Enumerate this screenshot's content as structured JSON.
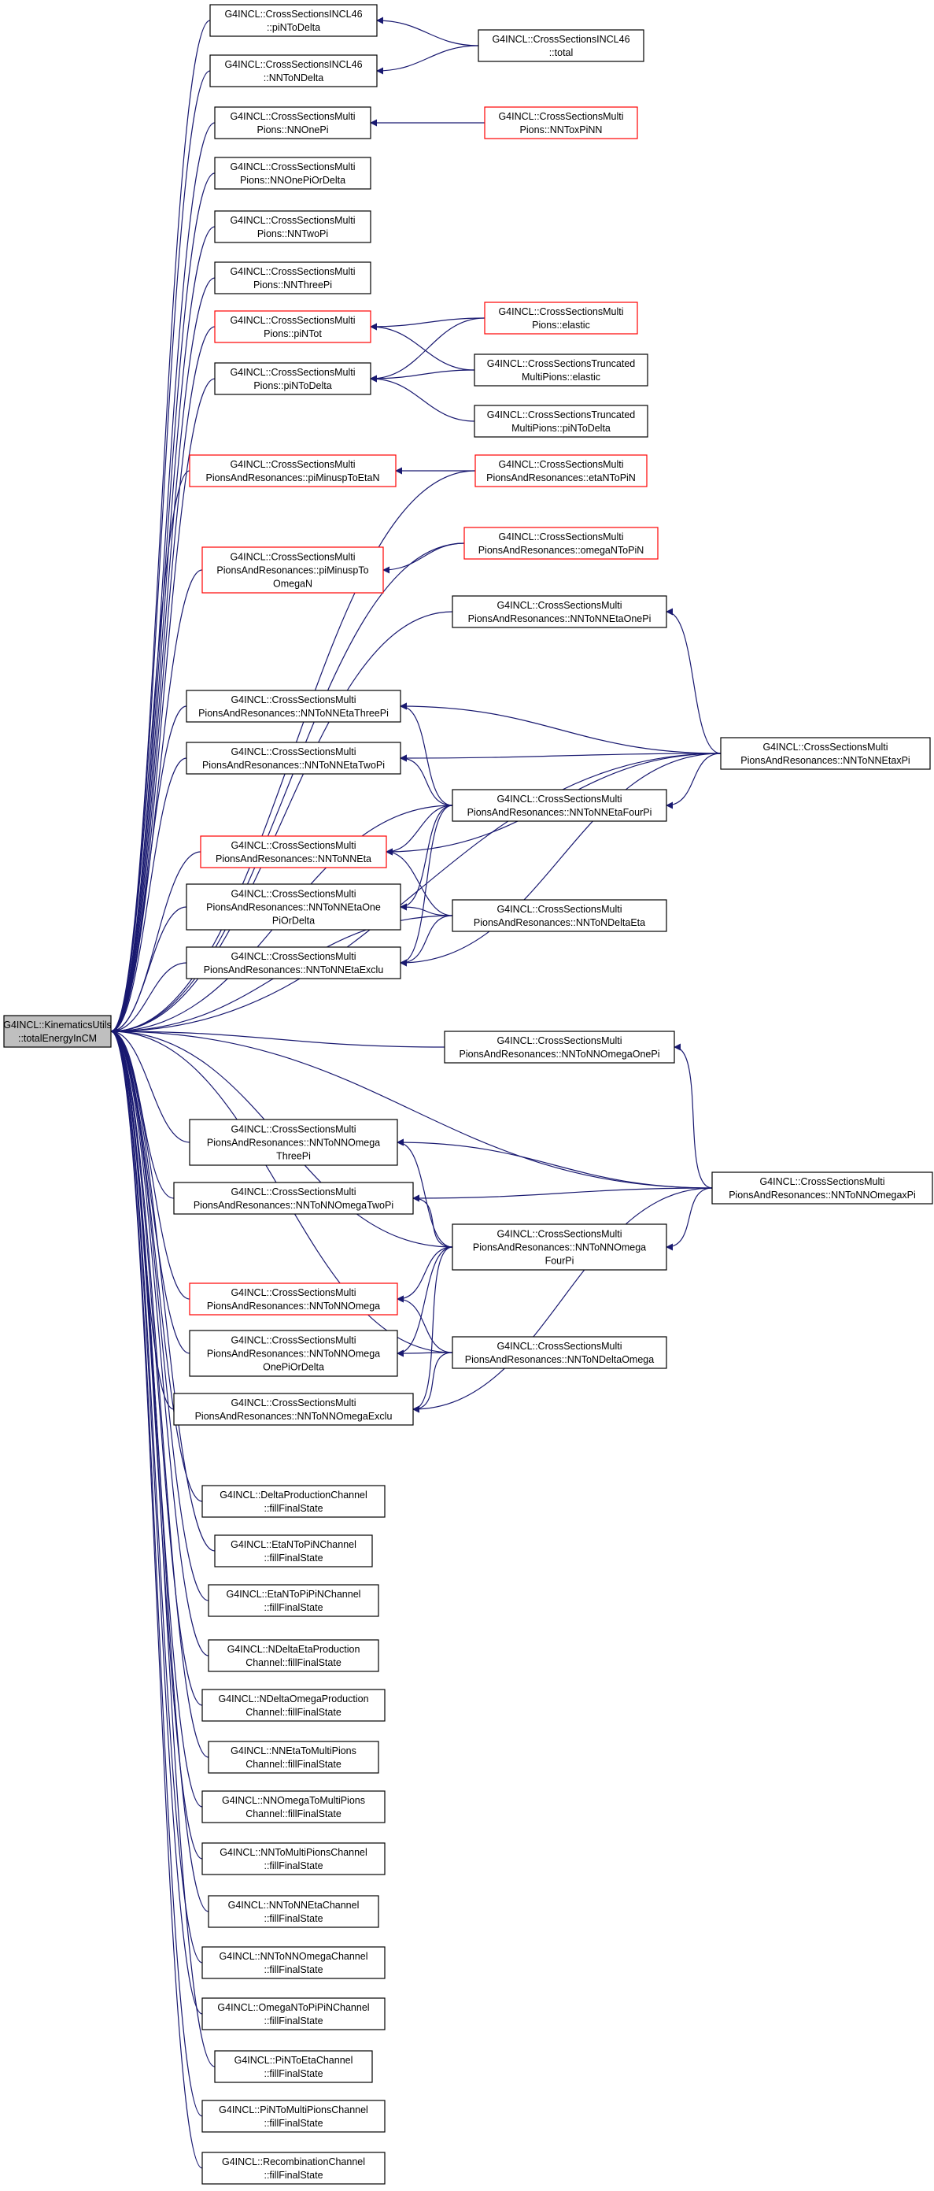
{
  "colors": {
    "edge": "#191970",
    "node_border_default": "#000000",
    "node_border_highlight": "#ff0000",
    "root_fill": "#bfbfbf",
    "node_fill": "#ffffff"
  },
  "root": {
    "id": "root",
    "lines": [
      "G4INCL::KinematicsUtils",
      "::totalEnergyInCM"
    ]
  },
  "nodes": [
    {
      "id": "n1",
      "lines": [
        "G4INCL::CrossSectionsINCL46",
        "::piNToDelta"
      ],
      "border": "default"
    },
    {
      "id": "n2",
      "lines": [
        "G4INCL::CrossSectionsINCL46",
        "::NNToNDelta"
      ],
      "border": "default"
    },
    {
      "id": "n3",
      "lines": [
        "G4INCL::CrossSectionsINCL46",
        "::total"
      ],
      "border": "default"
    },
    {
      "id": "n4",
      "lines": [
        "G4INCL::CrossSectionsMulti",
        "Pions::NNOnePi"
      ],
      "border": "default"
    },
    {
      "id": "n5",
      "lines": [
        "G4INCL::CrossSectionsMulti",
        "Pions::NNToxPiNN"
      ],
      "border": "highlight"
    },
    {
      "id": "n6",
      "lines": [
        "G4INCL::CrossSectionsMulti",
        "Pions::NNOnePiOrDelta"
      ],
      "border": "default"
    },
    {
      "id": "n7",
      "lines": [
        "G4INCL::CrossSectionsMulti",
        "Pions::NNTwoPi"
      ],
      "border": "default"
    },
    {
      "id": "n8",
      "lines": [
        "G4INCL::CrossSectionsMulti",
        "Pions::NNThreePi"
      ],
      "border": "default"
    },
    {
      "id": "n9",
      "lines": [
        "G4INCL::CrossSectionsMulti",
        "Pions::piNTot"
      ],
      "border": "highlight"
    },
    {
      "id": "n10",
      "lines": [
        "G4INCL::CrossSectionsMulti",
        "Pions::elastic"
      ],
      "border": "highlight"
    },
    {
      "id": "n11",
      "lines": [
        "G4INCL::CrossSectionsMulti",
        "Pions::piNToDelta"
      ],
      "border": "default"
    },
    {
      "id": "n12",
      "lines": [
        "G4INCL::CrossSectionsTruncated",
        "MultiPions::elastic"
      ],
      "border": "default"
    },
    {
      "id": "n13",
      "lines": [
        "G4INCL::CrossSectionsTruncated",
        "MultiPions::piNToDelta"
      ],
      "border": "default"
    },
    {
      "id": "n14",
      "lines": [
        "G4INCL::CrossSectionsMulti",
        "PionsAndResonances::piMinuspToEtaN"
      ],
      "border": "highlight"
    },
    {
      "id": "n15",
      "lines": [
        "G4INCL::CrossSectionsMulti",
        "PionsAndResonances::etaNToPiN"
      ],
      "border": "highlight"
    },
    {
      "id": "n16",
      "lines": [
        "G4INCL::CrossSectionsMulti",
        "PionsAndResonances::piMinuspTo",
        "OmegaN"
      ],
      "border": "highlight"
    },
    {
      "id": "n17",
      "lines": [
        "G4INCL::CrossSectionsMulti",
        "PionsAndResonances::omegaNToPiN"
      ],
      "border": "highlight"
    },
    {
      "id": "n18",
      "lines": [
        "G4INCL::CrossSectionsMulti",
        "PionsAndResonances::NNToNNEtaOnePi"
      ],
      "border": "default"
    },
    {
      "id": "n19",
      "lines": [
        "G4INCL::CrossSectionsMulti",
        "PionsAndResonances::NNToNNEtaThreePi"
      ],
      "border": "default"
    },
    {
      "id": "n20",
      "lines": [
        "G4INCL::CrossSectionsMulti",
        "PionsAndResonances::NNToNNEtaxPi"
      ],
      "border": "default"
    },
    {
      "id": "n21",
      "lines": [
        "G4INCL::CrossSectionsMulti",
        "PionsAndResonances::NNToNNEtaTwoPi"
      ],
      "border": "default"
    },
    {
      "id": "n22",
      "lines": [
        "G4INCL::CrossSectionsMulti",
        "PionsAndResonances::NNToNNEtaFourPi"
      ],
      "border": "default"
    },
    {
      "id": "n23",
      "lines": [
        "G4INCL::CrossSectionsMulti",
        "PionsAndResonances::NNToNNEta"
      ],
      "border": "highlight"
    },
    {
      "id": "n24",
      "lines": [
        "G4INCL::CrossSectionsMulti",
        "PionsAndResonances::NNToNNEtaOne",
        "PiOrDelta"
      ],
      "border": "default"
    },
    {
      "id": "n25",
      "lines": [
        "G4INCL::CrossSectionsMulti",
        "PionsAndResonances::NNToNDeltaEta"
      ],
      "border": "default"
    },
    {
      "id": "n26",
      "lines": [
        "G4INCL::CrossSectionsMulti",
        "PionsAndResonances::NNToNNEtaExclu"
      ],
      "border": "default"
    },
    {
      "id": "n27",
      "lines": [
        "G4INCL::CrossSectionsMulti",
        "PionsAndResonances::NNToNNOmegaOnePi"
      ],
      "border": "default"
    },
    {
      "id": "n28",
      "lines": [
        "G4INCL::CrossSectionsMulti",
        "PionsAndResonances::NNToNNOmega",
        "ThreePi"
      ],
      "border": "default"
    },
    {
      "id": "n29",
      "lines": [
        "G4INCL::CrossSectionsMulti",
        "PionsAndResonances::NNToNNOmegaxPi"
      ],
      "border": "default"
    },
    {
      "id": "n30",
      "lines": [
        "G4INCL::CrossSectionsMulti",
        "PionsAndResonances::NNToNNOmegaTwoPi"
      ],
      "border": "default"
    },
    {
      "id": "n31",
      "lines": [
        "G4INCL::CrossSectionsMulti",
        "PionsAndResonances::NNToNNOmega",
        "FourPi"
      ],
      "border": "default"
    },
    {
      "id": "n32",
      "lines": [
        "G4INCL::CrossSectionsMulti",
        "PionsAndResonances::NNToNNOmega"
      ],
      "border": "highlight"
    },
    {
      "id": "n33",
      "lines": [
        "G4INCL::CrossSectionsMulti",
        "PionsAndResonances::NNToNNOmega",
        "OnePiOrDelta"
      ],
      "border": "default"
    },
    {
      "id": "n34",
      "lines": [
        "G4INCL::CrossSectionsMulti",
        "PionsAndResonances::NNToNDeltaOmega"
      ],
      "border": "default"
    },
    {
      "id": "n35",
      "lines": [
        "G4INCL::CrossSectionsMulti",
        "PionsAndResonances::NNToNNOmegaExclu"
      ],
      "border": "default"
    },
    {
      "id": "n36",
      "lines": [
        "G4INCL::DeltaProductionChannel",
        "::fillFinalState"
      ],
      "border": "default"
    },
    {
      "id": "n37",
      "lines": [
        "G4INCL::EtaNToPiNChannel",
        "::fillFinalState"
      ],
      "border": "default"
    },
    {
      "id": "n38",
      "lines": [
        "G4INCL::EtaNToPiPiNChannel",
        "::fillFinalState"
      ],
      "border": "default"
    },
    {
      "id": "n39",
      "lines": [
        "G4INCL::NDeltaEtaProduction",
        "Channel::fillFinalState"
      ],
      "border": "default"
    },
    {
      "id": "n40",
      "lines": [
        "G4INCL::NDeltaOmegaProduction",
        "Channel::fillFinalState"
      ],
      "border": "default"
    },
    {
      "id": "n41",
      "lines": [
        "G4INCL::NNEtaToMultiPions",
        "Channel::fillFinalState"
      ],
      "border": "default"
    },
    {
      "id": "n42",
      "lines": [
        "G4INCL::NNOmegaToMultiPions",
        "Channel::fillFinalState"
      ],
      "border": "default"
    },
    {
      "id": "n43",
      "lines": [
        "G4INCL::NNToMultiPionsChannel",
        "::fillFinalState"
      ],
      "border": "default"
    },
    {
      "id": "n44",
      "lines": [
        "G4INCL::NNToNNEtaChannel",
        "::fillFinalState"
      ],
      "border": "default"
    },
    {
      "id": "n45",
      "lines": [
        "G4INCL::NNToNNOmegaChannel",
        "::fillFinalState"
      ],
      "border": "default"
    },
    {
      "id": "n46",
      "lines": [
        "G4INCL::OmegaNToPiPiNChannel",
        "::fillFinalState"
      ],
      "border": "default"
    },
    {
      "id": "n47",
      "lines": [
        "G4INCL::PiNToEtaChannel",
        "::fillFinalState"
      ],
      "border": "default"
    },
    {
      "id": "n48",
      "lines": [
        "G4INCL::PiNToMultiPionsChannel",
        "::fillFinalState"
      ],
      "border": "default"
    },
    {
      "id": "n49",
      "lines": [
        "G4INCL::RecombinationChannel",
        "::fillFinalState"
      ],
      "border": "default"
    }
  ],
  "edges": [
    [
      "n1",
      "root"
    ],
    [
      "n2",
      "root"
    ],
    [
      "n4",
      "root"
    ],
    [
      "n6",
      "root"
    ],
    [
      "n7",
      "root"
    ],
    [
      "n8",
      "root"
    ],
    [
      "n9",
      "root"
    ],
    [
      "n11",
      "root"
    ],
    [
      "n14",
      "root"
    ],
    [
      "n16",
      "root"
    ],
    [
      "n18",
      "root"
    ],
    [
      "n19",
      "root"
    ],
    [
      "n21",
      "root"
    ],
    [
      "n23",
      "root"
    ],
    [
      "n24",
      "root"
    ],
    [
      "n26",
      "root"
    ],
    [
      "n27",
      "root"
    ],
    [
      "n28",
      "root"
    ],
    [
      "n30",
      "root"
    ],
    [
      "n32",
      "root"
    ],
    [
      "n33",
      "root"
    ],
    [
      "n35",
      "root"
    ],
    [
      "n36",
      "root"
    ],
    [
      "n37",
      "root"
    ],
    [
      "n38",
      "root"
    ],
    [
      "n39",
      "root"
    ],
    [
      "n40",
      "root"
    ],
    [
      "n41",
      "root"
    ],
    [
      "n42",
      "root"
    ],
    [
      "n43",
      "root"
    ],
    [
      "n44",
      "root"
    ],
    [
      "n45",
      "root"
    ],
    [
      "n46",
      "root"
    ],
    [
      "n47",
      "root"
    ],
    [
      "n48",
      "root"
    ],
    [
      "n49",
      "root"
    ],
    [
      "n15",
      "root"
    ],
    [
      "n17",
      "root"
    ],
    [
      "n20",
      "root"
    ],
    [
      "n22",
      "root"
    ],
    [
      "n25",
      "root"
    ],
    [
      "n29",
      "root"
    ],
    [
      "n31",
      "root"
    ],
    [
      "n34",
      "root"
    ],
    [
      "n3",
      "n1"
    ],
    [
      "n3",
      "n2"
    ],
    [
      "n5",
      "n4"
    ],
    [
      "n10",
      "n9"
    ],
    [
      "n12",
      "n9"
    ],
    [
      "n10",
      "n11"
    ],
    [
      "n12",
      "n11"
    ],
    [
      "n13",
      "n11"
    ],
    [
      "n15",
      "n14"
    ],
    [
      "n17",
      "n16"
    ],
    [
      "n20",
      "n18"
    ],
    [
      "n20",
      "n19"
    ],
    [
      "n22",
      "n19"
    ],
    [
      "n20",
      "n21"
    ],
    [
      "n22",
      "n21"
    ],
    [
      "n20",
      "n22"
    ],
    [
      "n22",
      "n23"
    ],
    [
      "n20",
      "n23"
    ],
    [
      "n25",
      "n23"
    ],
    [
      "n22",
      "n24"
    ],
    [
      "n25",
      "n24"
    ],
    [
      "n20",
      "n26"
    ],
    [
      "n22",
      "n26"
    ],
    [
      "n25",
      "n26"
    ],
    [
      "n29",
      "n27"
    ],
    [
      "n29",
      "n28"
    ],
    [
      "n31",
      "n28"
    ],
    [
      "n29",
      "n30"
    ],
    [
      "n31",
      "n30"
    ],
    [
      "n29",
      "n31"
    ],
    [
      "n31",
      "n32"
    ],
    [
      "n34",
      "n32"
    ],
    [
      "n31",
      "n33"
    ],
    [
      "n34",
      "n33"
    ],
    [
      "n29",
      "n35"
    ],
    [
      "n31",
      "n35"
    ],
    [
      "n34",
      "n35"
    ]
  ]
}
